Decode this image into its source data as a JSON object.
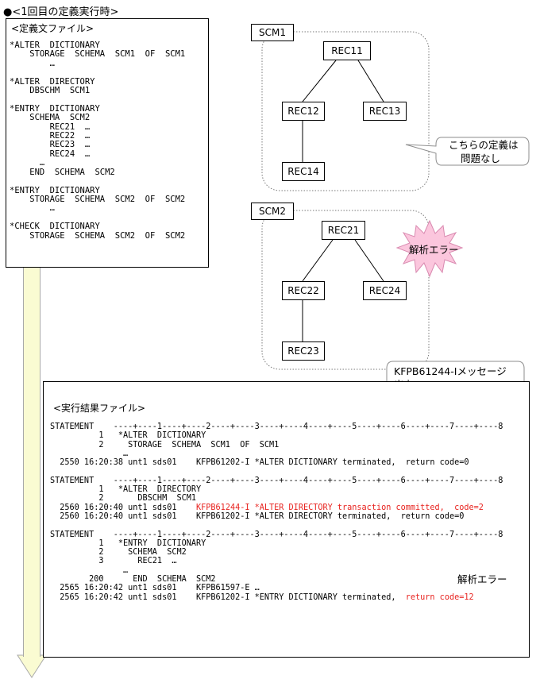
{
  "title": "●<1回目の定義実行時>",
  "definition_file": {
    "header": "<定義文ファイル>",
    "lines": [
      "*ALTER  DICTIONARY",
      "    STORAGE  SCHEMA  SCM1  OF  SCM1",
      "        …",
      "",
      "*ALTER  DIRECTORY",
      "    DBSCHM  SCM1",
      "",
      "*ENTRY  DICTIONARY",
      "    SCHEMA  SCM2",
      "        REC21  …",
      "        REC22  …",
      "        REC23  …",
      "        REC24  …",
      "      …",
      "    END  SCHEMA  SCM2",
      "",
      "*ENTRY  DICTIONARY",
      "    STORAGE  SCHEMA  SCM2  OF  SCM2",
      "        …",
      "",
      "*CHECK  DICTIONARY",
      "    STORAGE  SCHEMA  SCM2  OF  SCM2"
    ]
  },
  "schema1": {
    "label": "SCM1",
    "nodes": {
      "rec11": "REC11",
      "rec12": "REC12",
      "rec13": "REC13",
      "rec14": "REC14"
    }
  },
  "schema2": {
    "label": "SCM2",
    "nodes": {
      "rec21": "REC21",
      "rec22": "REC22",
      "rec23": "REC23",
      "rec24": "REC24"
    }
  },
  "callout_ok": {
    "line1": "こちらの定義は",
    "line2": "問題なし"
  },
  "callout_message": {
    "line1": "KFPB61244-Iメッセージ",
    "line2": "出力"
  },
  "burst_label": "解析エラー",
  "result_file": {
    "header": "<実行結果ファイル>",
    "ruler": "STATEMENT    ----+----1----+----2----+----3----+----4----+----5----+----6----+----7----+----8",
    "block1": [
      "          1   *ALTER  DICTIONARY",
      "          2     STORAGE  SCHEMA  SCM1  OF  SCM1",
      "               …",
      "  2550 16:20:38 unt1 sds01    KFPB61202-I *ALTER DICTIONARY terminated,  return code=0"
    ],
    "block2": [
      "          1   *ALTER  DIRECTORY",
      "          2       DBSCHM  SCM1"
    ],
    "block2_msg_prefix": "  2560 16:20:40 unt1 sds01    ",
    "block2_msg_red": "KFPB61244-I *ALTER DIRECTORY transaction committed,  code=2",
    "block2_last": "  2560 16:20:40 unt1 sds01    KFPB61202-I *ALTER DIRECTORY terminated,  return code=0",
    "block3": [
      "          1   *ENTRY  DICTIONARY",
      "          2     SCHEMA  SCM2",
      "          3       REC21  …",
      "               …",
      "        200      END  SCHEMA  SCM2",
      "  2565 16:20:42 unt1 sds01    KFPB61597-E …"
    ],
    "block3_last_prefix": "  2565 16:20:42 unt1 sds01    KFPB61202-I *ENTRY DICTIONARY terminated,  ",
    "block3_last_red": "return code=12"
  },
  "colors": {
    "arrow_fill": "#fafbd2",
    "burst_fill": "#fbc6dd",
    "error_text": "#e8231f"
  }
}
